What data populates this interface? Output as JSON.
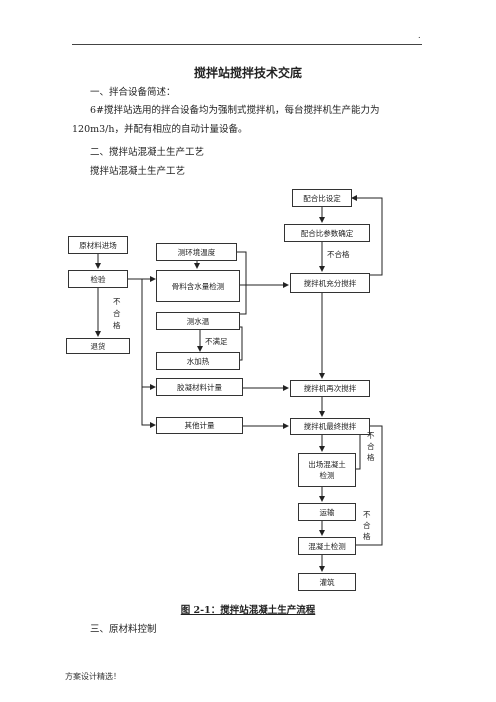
{
  "header": {
    "mark": "."
  },
  "doc": {
    "title": "搅拌站搅拌技术交底",
    "s1_heading": "一、拌合设备简述：",
    "s1_line1": "6#搅拌站选用的拌合设备均为强制式搅拌机，每台搅拌机生产能力为",
    "s1_line2": "120m3/h，并配有相应的自动计量设备。",
    "s2_heading": "二、搅拌站混凝土生产工艺",
    "s2_sub": "搅拌站混凝土生产工艺",
    "s3_heading": "三、原材料控制",
    "footer": "方案设计精选！"
  },
  "flow": {
    "mix_design": "配合比设定",
    "mix_params": "配合比参数确定",
    "raw_entry": "原材料进场",
    "ambient_temp": "测环境温度",
    "inspect": "检验",
    "aggregate_water": "骨料含水量检测",
    "full_mixing": "搅拌机充分搅拌",
    "water_temp": "测水温",
    "return_goods": "退货",
    "heat_water": "水加热",
    "binder_meter": "胶凝材料计量",
    "remix": "搅拌机再次搅拌",
    "other_meter": "其他计量",
    "final_mix": "搅拌机最终搅拌",
    "outbound_test": "出场混凝土检测",
    "transport": "运输",
    "concrete_test": "混凝土检测",
    "pour": "灌筑",
    "lbl_fail_top": "不合格",
    "lbl_fail_left": "不合格",
    "lbl_insufficient": "不满足",
    "lbl_fail_right1": "不合格",
    "lbl_fail_right2": "不合格"
  },
  "caption": "图 2-1：搅拌站混凝土生产流程"
}
